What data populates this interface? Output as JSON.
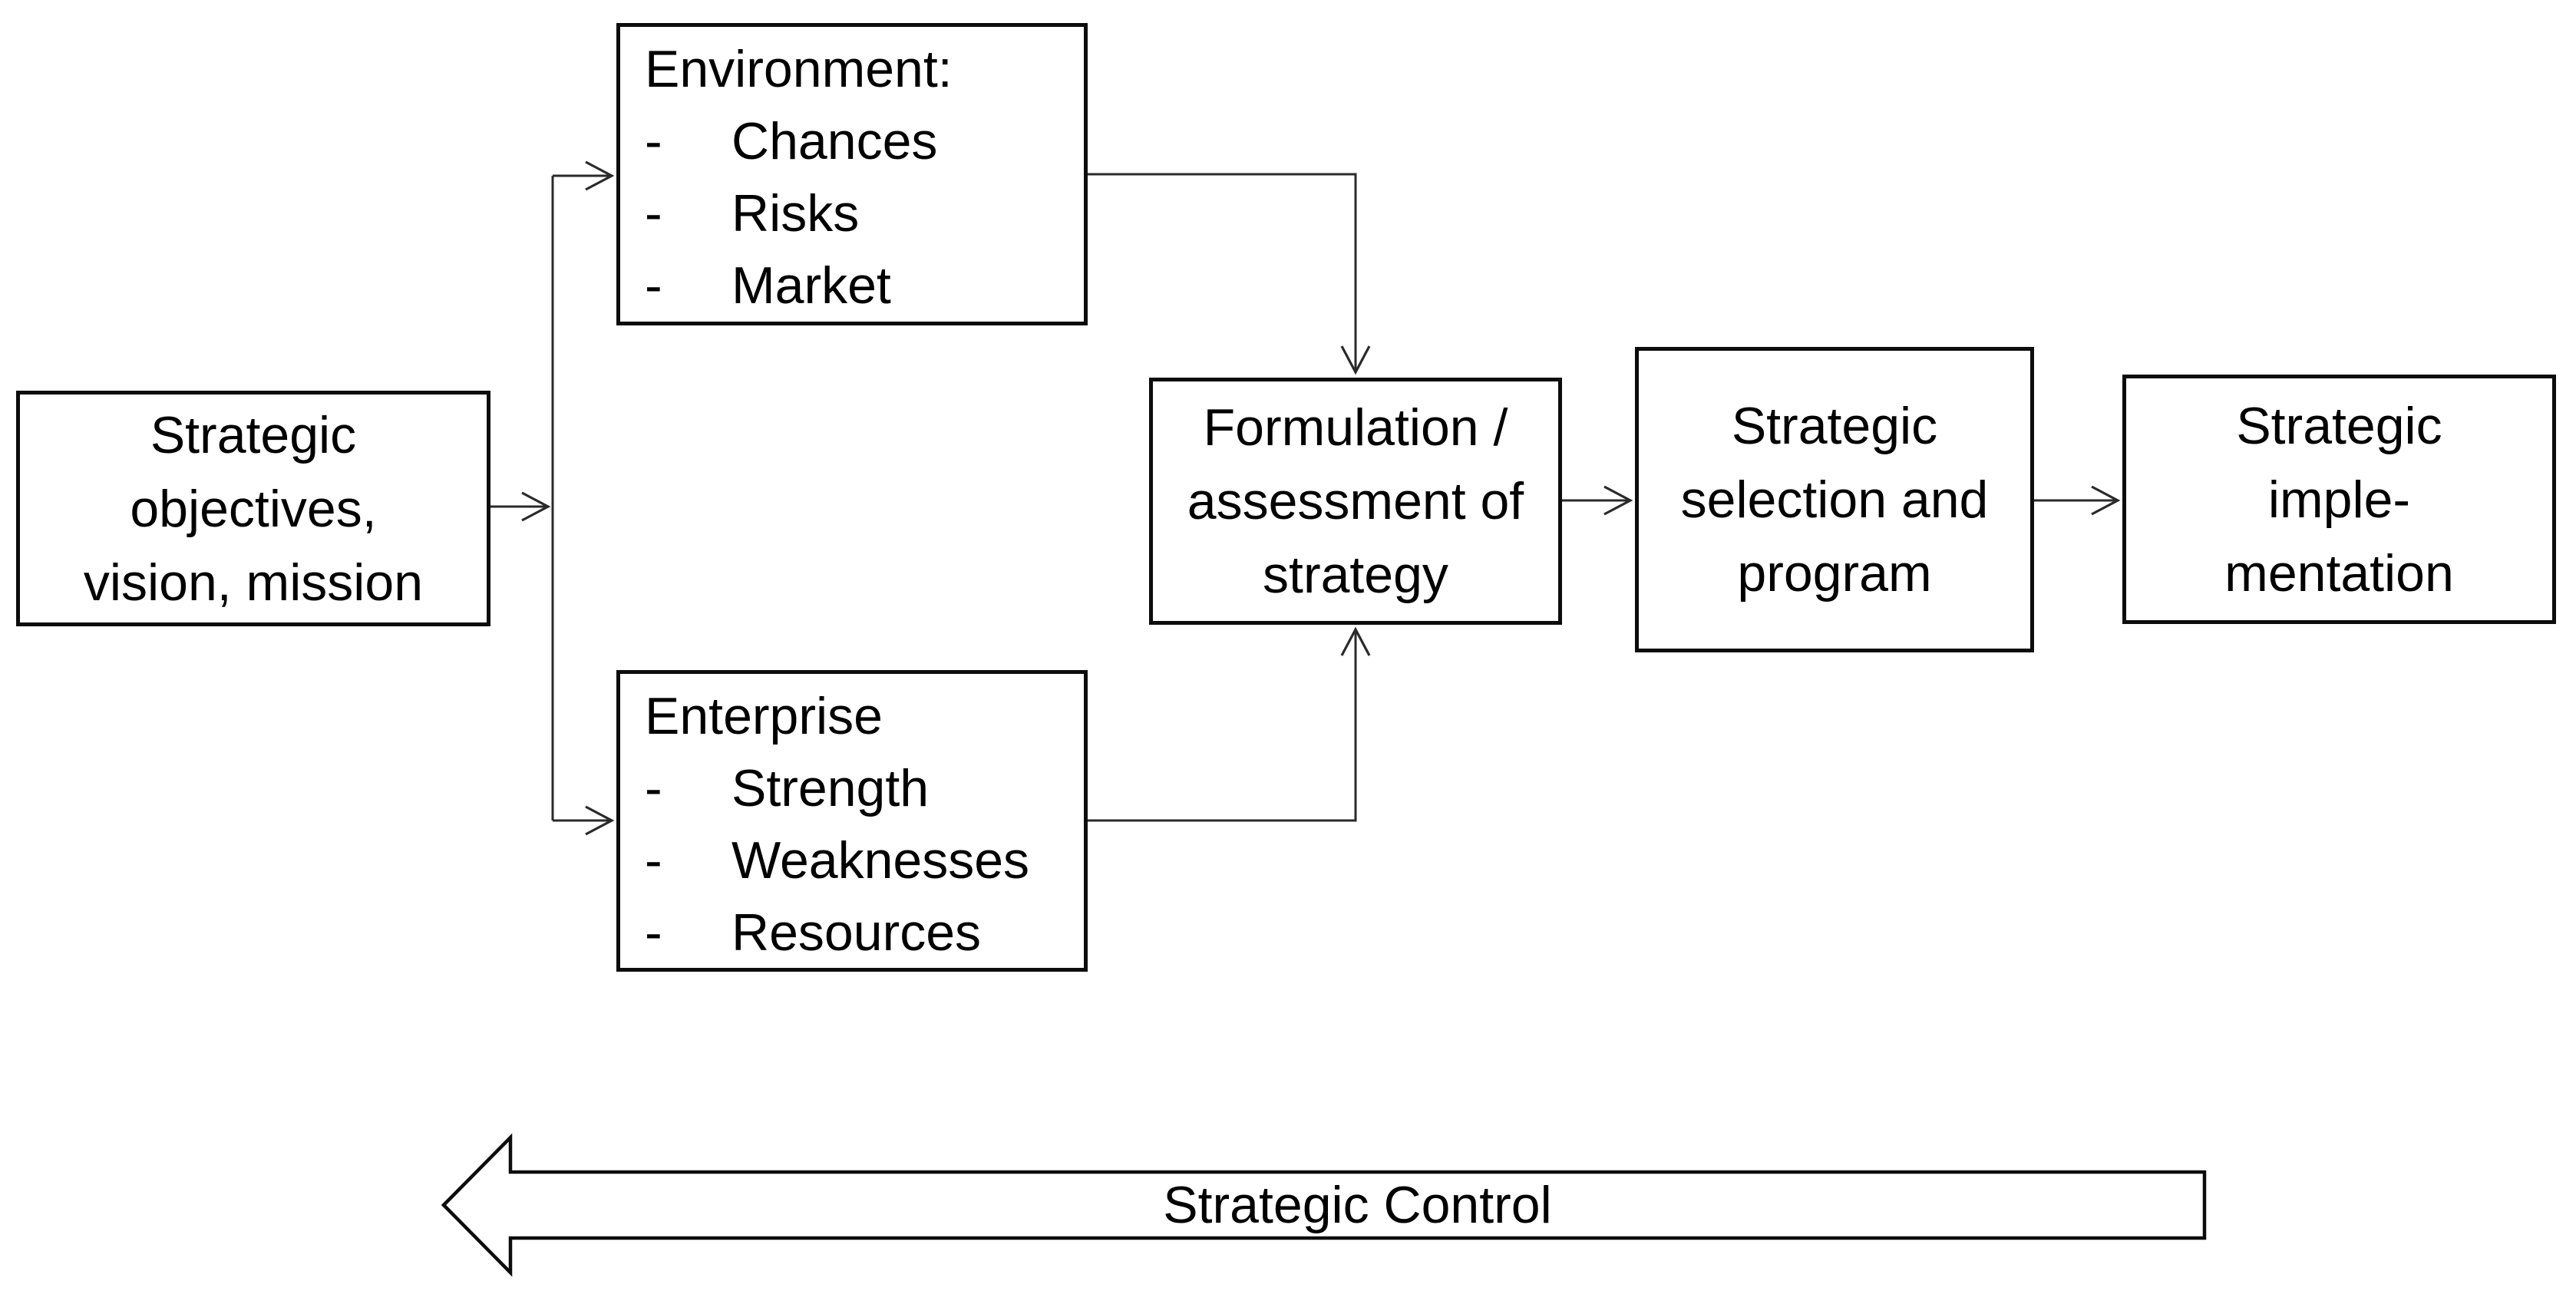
{
  "boxes": {
    "objectives": {
      "lines": [
        "Strategic",
        "objectives,",
        "vision, mission"
      ]
    },
    "environment": {
      "title": "Environment:",
      "bullet": "-",
      "items": [
        "Chances",
        "Risks",
        "Market"
      ]
    },
    "enterprise": {
      "title": "Enterprise",
      "bullet": "-",
      "items": [
        "Strength",
        "Weaknesses",
        "Resources"
      ]
    },
    "formulation": {
      "lines": [
        "Formulation /",
        "assessment of",
        "strategy"
      ]
    },
    "selection": {
      "lines": [
        "Strategic",
        "selection and",
        "program"
      ]
    },
    "implementation": {
      "lines": [
        "Strategic",
        "imple-",
        "mentation"
      ]
    }
  },
  "control": {
    "label": "Strategic Control"
  },
  "colors": {
    "stroke": "#000000",
    "border": "#0c0c0c",
    "background": "#ffffff",
    "text": "#000000"
  }
}
